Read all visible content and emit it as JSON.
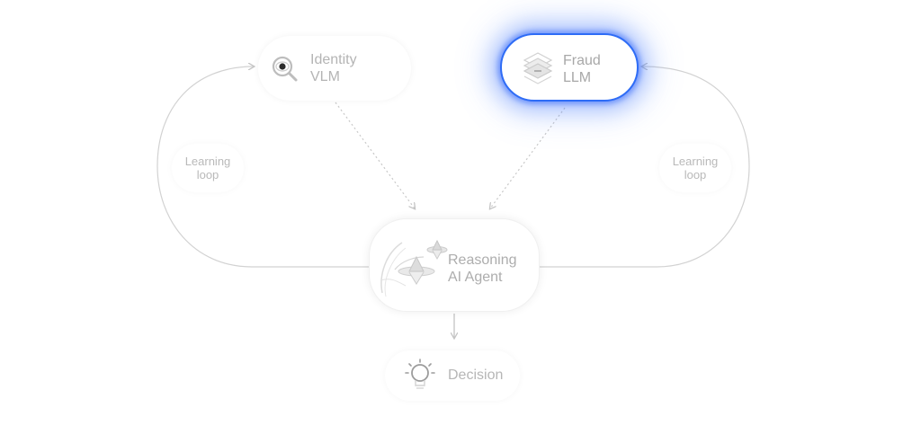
{
  "nodes": {
    "identity": {
      "label": "Identity\nVLM",
      "icon": "eye-magnifier-icon"
    },
    "fraud": {
      "label": "Fraud\nLLM",
      "icon": "layers-stack-icon",
      "highlight_color": "#2e6cf6"
    },
    "reasoning": {
      "label": "Reasoning\nAI Agent",
      "icon": "spinning-tops-icon"
    },
    "decision": {
      "label": "Decision",
      "icon": "lightbulb-icon"
    }
  },
  "loops": {
    "left": {
      "label": "Learning\nloop"
    },
    "right": {
      "label": "Learning\nloop"
    }
  },
  "colors": {
    "connector": "#cfcfcf",
    "text": "#b4b4b4",
    "accent": "#2e6cf6"
  }
}
